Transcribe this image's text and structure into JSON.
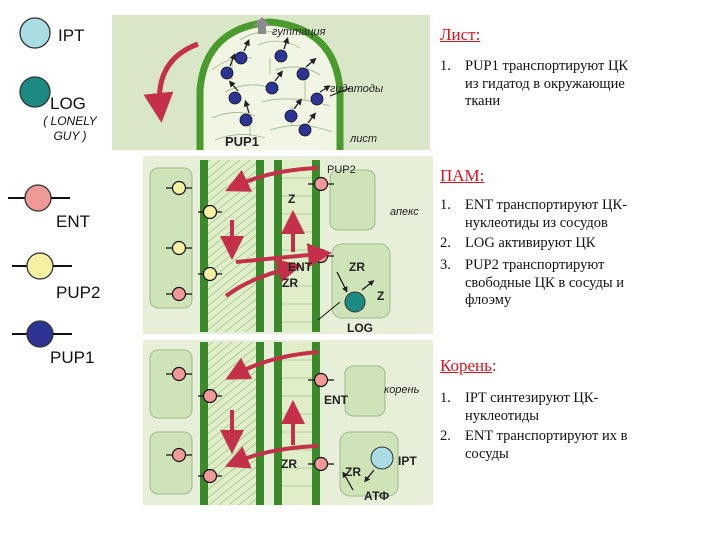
{
  "legend": {
    "items": [
      {
        "key": "ipt",
        "label": "IPT",
        "color": "#a9dde3"
      },
      {
        "key": "log",
        "label": "LOG",
        "sub": [
          "( LONELY",
          "GUY )"
        ],
        "color": "#1e8a84"
      },
      {
        "key": "ent",
        "label": "ENT",
        "color": "#f09a98"
      },
      {
        "key": "pup2",
        "label": "PUP2",
        "color": "#f6f0a2"
      },
      {
        "key": "pup1",
        "label": "PUP1",
        "color": "#2d3494"
      }
    ]
  },
  "diagram": {
    "leaf": {
      "guttation": "гуттация",
      "hydathodes": "гидатоды",
      "leaf": "лист",
      "pup1": "PUP1"
    },
    "apex": {
      "pup2": "PUP2",
      "z_top": "Z",
      "apex": "апекс",
      "ent": "ENT",
      "zr_left": "ZR",
      "zr_right": "ZR",
      "z_right": "Z",
      "log": "LOG"
    },
    "root": {
      "root": "корень",
      "ent": "ENT",
      "zr_left": "ZR",
      "zr_mid": "ZR",
      "ipt": "IPT",
      "atf": "АТФ"
    }
  },
  "sections": {
    "leaf": {
      "title": "Лист:",
      "items": [
        {
          "num": "1.",
          "lines": [
            "PUP1 транспортируют ЦК",
            "из гидатод в окружающие",
            "ткани"
          ]
        }
      ]
    },
    "sam": {
      "title": "ПАМ:",
      "items": [
        {
          "num": "1.",
          "lines": [
            "ENT транспортируют ЦК-",
            "нуклеотиды из сосудов"
          ]
        },
        {
          "num": "2.",
          "lines": [
            "LOG активируют ЦК"
          ]
        },
        {
          "num": "3.",
          "lines": [
            "PUP2 транспортируют",
            "свободные ЦК в сосуды и",
            "флоэму"
          ]
        }
      ]
    },
    "root": {
      "title": "Корень",
      "title_suffix": ":",
      "items": [
        {
          "num": "1.",
          "lines": [
            "IPT синтезируют ЦК-",
            "нуклеотиды"
          ]
        },
        {
          "num": "2.",
          "lines": [
            "ENT транспортируют их в",
            "сосуды"
          ]
        }
      ]
    }
  }
}
